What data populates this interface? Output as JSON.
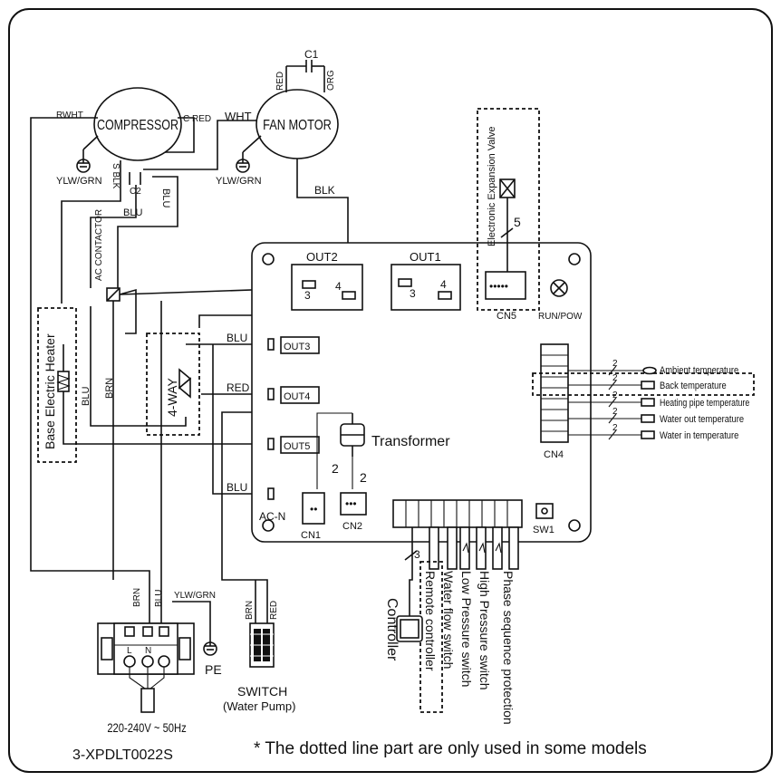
{
  "components": {
    "compressor": "COMPRESSOR",
    "fan_motor": "FAN MOTOR",
    "capacitor_c1": "C1",
    "capacitor_c2": "C2",
    "ac_contactor": "AC CONTACTOR",
    "four_way": "4-WAY",
    "heater": "Base  Electric  Heater",
    "transformer": "Transformer",
    "eev": "Electronic Expansion Valve",
    "controller": "Controller",
    "switch": "SWITCH",
    "switch_sub": "(Water Pump)",
    "pe": "PE",
    "run_pow": "RUN/POW",
    "sw1": "SW1"
  },
  "terminals": {
    "out1": "OUT1",
    "out2": "OUT2",
    "out3": "OUT3",
    "out4": "OUT4",
    "out5": "OUT5",
    "acn": "AC-N",
    "cn1": "CN1",
    "cn2": "CN2",
    "cn4": "CN4",
    "cn5": "CN5",
    "pin3": "3",
    "pin4": "4",
    "l": "L",
    "n": "N"
  },
  "wires": {
    "rwht": "RWHT",
    "cred": "C RED",
    "wht": "WHT",
    "sblk": "S BLK",
    "blk": "BLK",
    "blu": "BLU",
    "brn": "BRN",
    "red": "RED",
    "org": "ORG",
    "ylwgrn": "YLW/GRN",
    "count2": "2",
    "count3": "3",
    "count5": "5"
  },
  "sensors": [
    "Ambient temperature",
    "Back temperature",
    "Heating pipe temperature",
    "Water out temperature",
    "Water in temperature"
  ],
  "switches": [
    "Remote controller",
    "Water flow switch",
    "Low Pressure switch",
    "High Pressure switch",
    "Phase sequence protection"
  ],
  "power": "220-240V ~ 50Hz",
  "model": "3-XPDLT0022S",
  "note": "* The dotted line part are only used in some models"
}
